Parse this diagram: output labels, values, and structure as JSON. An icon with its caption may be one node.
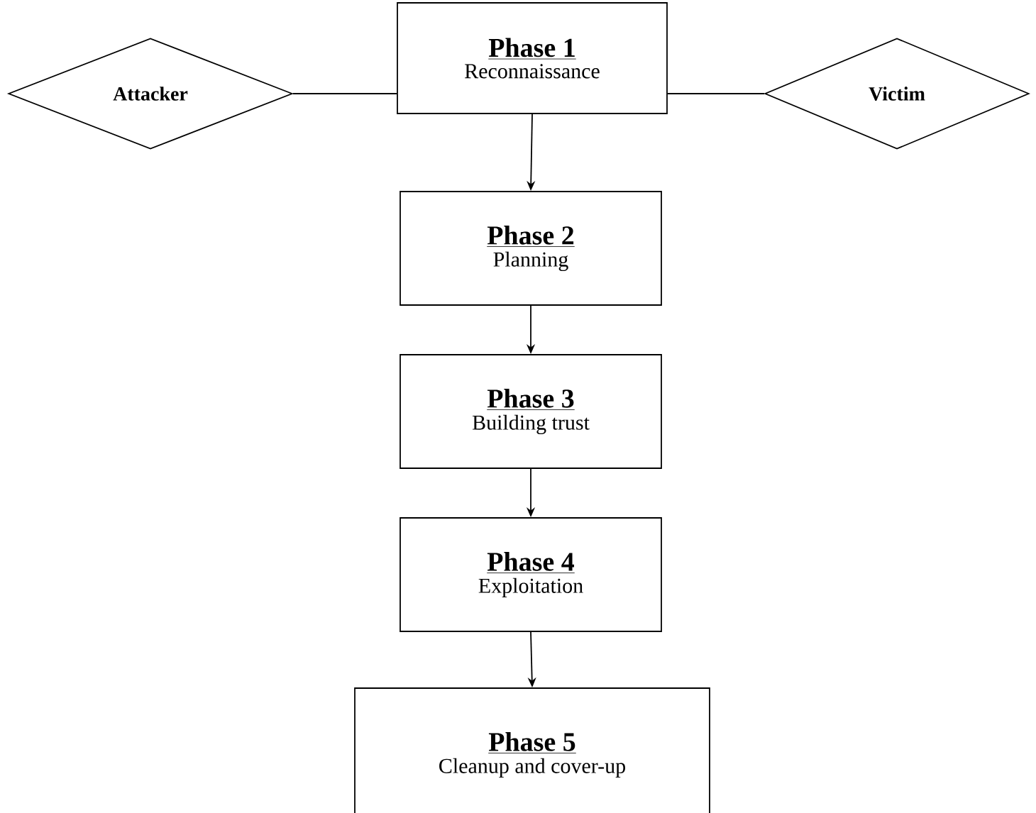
{
  "diagram": {
    "nodes": [
      {
        "text": [
          "Attacker"
        ]
      },
      {
        "text": [
          "Phase 1",
          "Reconnaissance"
        ]
      },
      {
        "text": [
          "Victim"
        ]
      },
      {
        "text": [
          "Phase 2",
          "Planning"
        ]
      },
      {
        "text": [
          "Phase 3",
          "Building trust"
        ]
      },
      {
        "text": [
          "Phase 4",
          "Exploitation"
        ]
      },
      {
        "text": [
          "Phase 5",
          "Cleanup and cover-up"
        ]
      }
    ],
    "edges": [
      {
        "from": 0,
        "to": 1,
        "arrow": "none"
      },
      {
        "from": 1,
        "to": 2,
        "arrow": "none"
      },
      {
        "from": 1,
        "to": 3,
        "arrow": "to"
      },
      {
        "from": 3,
        "to": 4,
        "arrow": "to"
      },
      {
        "from": 4,
        "to": 5,
        "arrow": "to"
      },
      {
        "from": 5,
        "to": 6,
        "arrow": "to"
      }
    ]
  }
}
